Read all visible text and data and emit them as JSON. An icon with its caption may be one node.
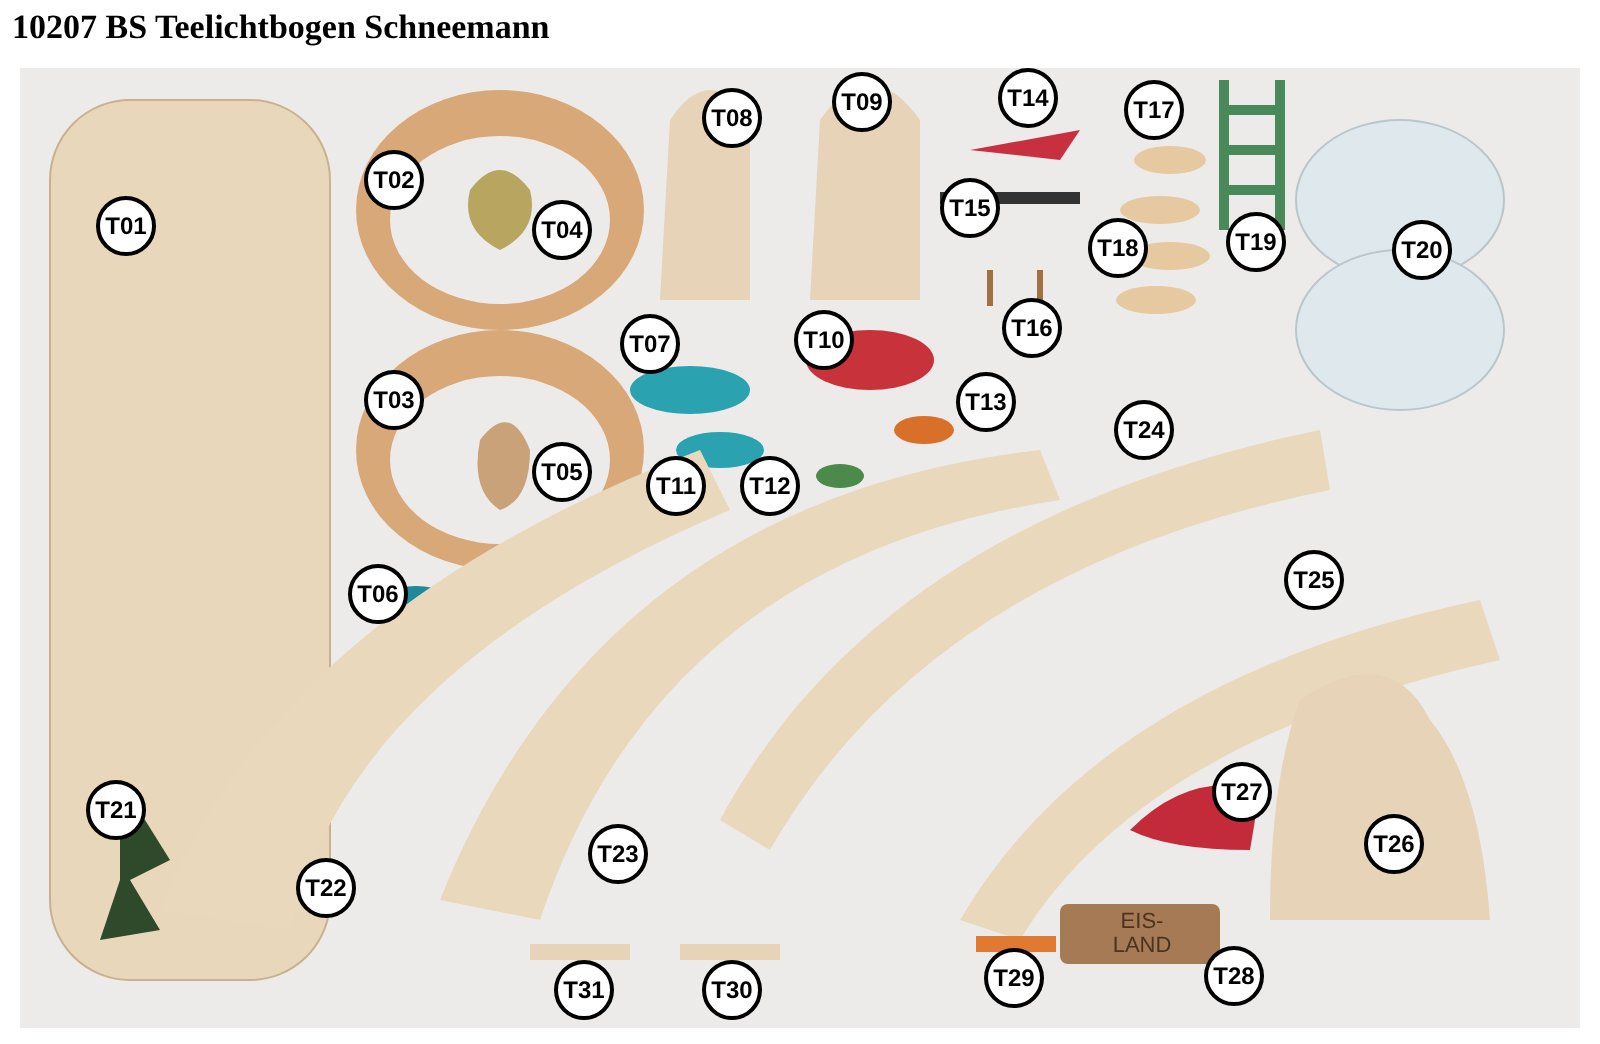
{
  "diagram": {
    "title": "10207  BS Teelichtbogen Schneemann",
    "labels": [
      "T01",
      "T02",
      "T03",
      "T04",
      "T05",
      "T06",
      "T07",
      "T08",
      "T09",
      "T10",
      "T11",
      "T12",
      "T13",
      "T14",
      "T15",
      "T16",
      "T17",
      "T18",
      "T19",
      "T20",
      "T21",
      "T22",
      "T23",
      "T24",
      "T25",
      "T26",
      "T27",
      "T28",
      "T29",
      "T30",
      "T31",
      "EIS- LAND"
    ]
  }
}
